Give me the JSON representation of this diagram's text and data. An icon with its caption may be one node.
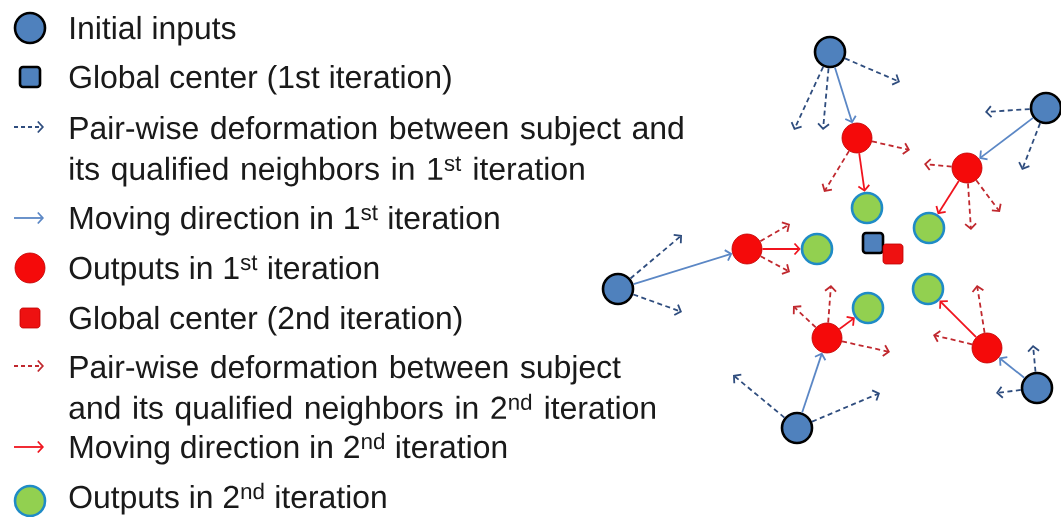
{
  "diagram": {
    "nodes": [
      {
        "text": [],
        "shape": "circle"
      },
      {
        "text": [],
        "shape": "circle"
      },
      {
        "text": [],
        "shape": "circle"
      },
      {
        "text": [],
        "shape": "circle"
      },
      {
        "text": [],
        "shape": "circle"
      },
      {
        "text": [],
        "shape": "circle"
      },
      {
        "text": [],
        "shape": "box"
      },
      {
        "text": [],
        "shape": "circle"
      },
      {
        "text": [],
        "shape": "circle"
      },
      {
        "text": [],
        "shape": "box"
      },
      {
        "text": [],
        "shape": "circle"
      },
      {
        "text": [],
        "shape": "circle"
      },
      {
        "text": [],
        "shape": "circle"
      },
      {
        "text": [],
        "shape": "circle"
      },
      {
        "text": [],
        "shape": "circle"
      },
      {
        "text": [],
        "shape": "circle"
      },
      {
        "text": [],
        "shape": "circle"
      }
    ],
    "edges": [
      {
        "from": 0,
        "to": 2,
        "arrow": "to",
        "color": "#5b87c5"
      },
      {
        "from": 0,
        "to": null,
        "arrow": "to",
        "style": "dashed",
        "color": "#2f4d7e"
      },
      {
        "from": 0,
        "to": null,
        "arrow": "to",
        "style": "dashed",
        "color": "#2f4d7e"
      },
      {
        "from": 0,
        "to": null,
        "arrow": "to",
        "style": "dashed",
        "color": "#2f4d7e"
      },
      {
        "from": 1,
        "to": 3,
        "arrow": "to",
        "color": "#5b87c5"
      },
      {
        "from": 1,
        "to": null,
        "arrow": "to",
        "style": "dashed",
        "color": "#2f4d7e"
      },
      {
        "from": 1,
        "to": null,
        "arrow": "to",
        "style": "dashed",
        "color": "#2f4d7e"
      },
      {
        "from": 2,
        "to": 4,
        "arrow": "to",
        "color": "#f0141e"
      },
      {
        "from": 2,
        "to": null,
        "arrow": "to",
        "style": "dashed",
        "color": "#c0282e"
      },
      {
        "from": 2,
        "to": null,
        "arrow": "to",
        "style": "dashed",
        "color": "#c0282e"
      },
      {
        "from": 3,
        "to": 5,
        "arrow": "to",
        "color": "#f0141e"
      },
      {
        "from": 3,
        "to": null,
        "arrow": "to",
        "style": "dashed",
        "color": "#c0282e"
      },
      {
        "from": 3,
        "to": null,
        "arrow": "to",
        "style": "dashed",
        "color": "#c0282e"
      },
      {
        "from": 3,
        "to": null,
        "arrow": "to",
        "style": "dashed",
        "color": "#c0282e"
      },
      {
        "from": 7,
        "to": 8,
        "arrow": "to",
        "color": "#f0141e"
      },
      {
        "from": 7,
        "to": null,
        "arrow": "to",
        "style": "dashed",
        "color": "#c0282e"
      },
      {
        "from": 7,
        "to": null,
        "arrow": "to",
        "style": "dashed",
        "color": "#c0282e"
      },
      {
        "from": 10,
        "to": 7,
        "arrow": "to",
        "color": "#5b87c5"
      },
      {
        "from": 10,
        "to": null,
        "arrow": "to",
        "style": "dashed",
        "color": "#2f4d7e"
      },
      {
        "from": 10,
        "to": null,
        "arrow": "to",
        "style": "dashed",
        "color": "#2f4d7e"
      },
      {
        "from": 13,
        "to": 12,
        "arrow": "to",
        "color": "#f0141e"
      },
      {
        "from": 13,
        "to": null,
        "arrow": "to",
        "style": "dashed",
        "color": "#c0282e"
      },
      {
        "from": 13,
        "to": null,
        "arrow": "to",
        "style": "dashed",
        "color": "#c0282e"
      },
      {
        "from": 13,
        "to": null,
        "arrow": "to",
        "style": "dashed",
        "color": "#c0282e"
      },
      {
        "from": 14,
        "to": 11,
        "arrow": "to",
        "color": "#f0141e"
      },
      {
        "from": 14,
        "to": null,
        "arrow": "to",
        "style": "dashed",
        "color": "#c0282e"
      },
      {
        "from": 14,
        "to": null,
        "arrow": "to",
        "style": "dashed",
        "color": "#c0282e"
      },
      {
        "from": 15,
        "to": 14,
        "arrow": "to",
        "color": "#5b87c5"
      },
      {
        "from": 15,
        "to": null,
        "arrow": "to",
        "style": "dashed",
        "color": "#2f4d7e"
      },
      {
        "from": 15,
        "to": null,
        "arrow": "to",
        "style": "dashed",
        "color": "#2f4d7e"
      },
      {
        "from": 16,
        "to": 13,
        "arrow": "to",
        "color": "#5b87c5"
      },
      {
        "from": 16,
        "to": null,
        "arrow": "to",
        "style": "dashed",
        "color": "#2f4d7e"
      },
      {
        "from": 16,
        "to": null,
        "arrow": "to",
        "style": "dashed",
        "color": "#2f4d7e"
      }
    ],
    "legend": [
      {
        "text": "Initial inputs",
        "color": "#4f81bd"
      },
      {
        "text": "Global center (1st iteration)",
        "color": "#4f81bd"
      },
      {
        "text": "Pair-wise deformation between subject and its qualified neighbors in 1$^{st}$ iteration"
      },
      {
        "text": "Moving direction in 1$^{st}$ iteration"
      },
      {
        "text": "Outputs in 1$^{st}$ iteration",
        "color": "#f50a0a"
      },
      {
        "text": "Global center (2nd iteration)",
        "color": "#ee1111"
      },
      {
        "text": "Pair-wise deformation between subject and its qualified neighbors in 2$^{nd}$ iteration"
      },
      {
        "text": "Moving direction in 2$^{nd}$ iteration"
      },
      {
        "text": "Outputs in 2$^{nd}$ iteration",
        "color": "#92d050"
      }
    ]
  }
}
